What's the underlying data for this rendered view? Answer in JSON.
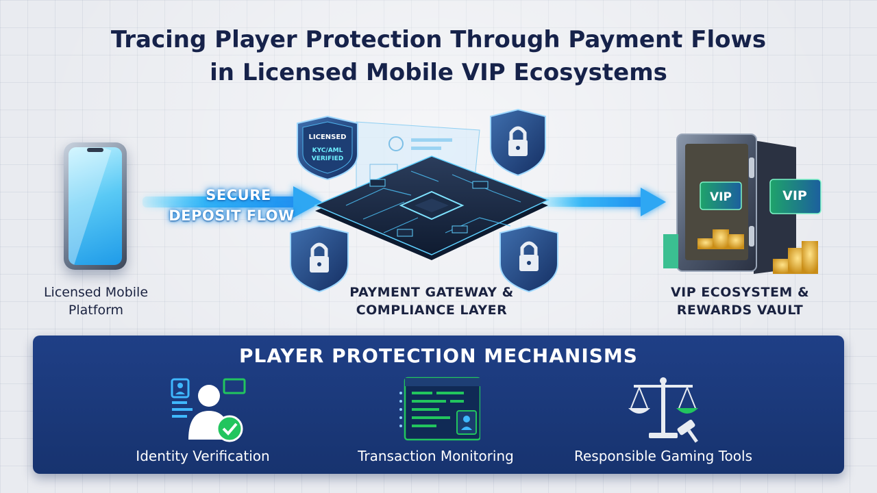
{
  "title": {
    "line1": "Tracing Player Protection Through Payment Flows",
    "line2": "in Licensed Mobile VIP Ecosystems"
  },
  "flow": {
    "arrow_text_line1": "SECURE",
    "arrow_text_line2": "DEPOSIT FLOW"
  },
  "nodes": {
    "mobile": {
      "line1": "Licensed Mobile",
      "line2": "Platform"
    },
    "gateway": {
      "line1": "PAYMENT GATEWAY &",
      "line2": "COMPLIANCE LAYER"
    },
    "vault": {
      "line1": "VIP ECOSYSTEM &",
      "line2": "REWARDS VAULT"
    }
  },
  "badges": {
    "licensed": "LICENSED",
    "verified_line1": "KYC/AML",
    "verified_line2": "VERIFIED",
    "vip_card_1": "VIP",
    "vip_card_2": "VIP"
  },
  "panel": {
    "title": "PLAYER PROTECTION MECHANISMS",
    "mechanisms": [
      {
        "label": "Identity Verification",
        "icon": "identity-check-icon"
      },
      {
        "label": "Transaction Monitoring",
        "icon": "monitor-screen-icon"
      },
      {
        "label": "Responsible Gaming Tools",
        "icon": "scales-gavel-icon"
      }
    ]
  },
  "colors": {
    "title": "#16224a",
    "panel": "#1f3f86",
    "accent_cyan": "#2ab8f5",
    "accent_green": "#22c55e"
  }
}
